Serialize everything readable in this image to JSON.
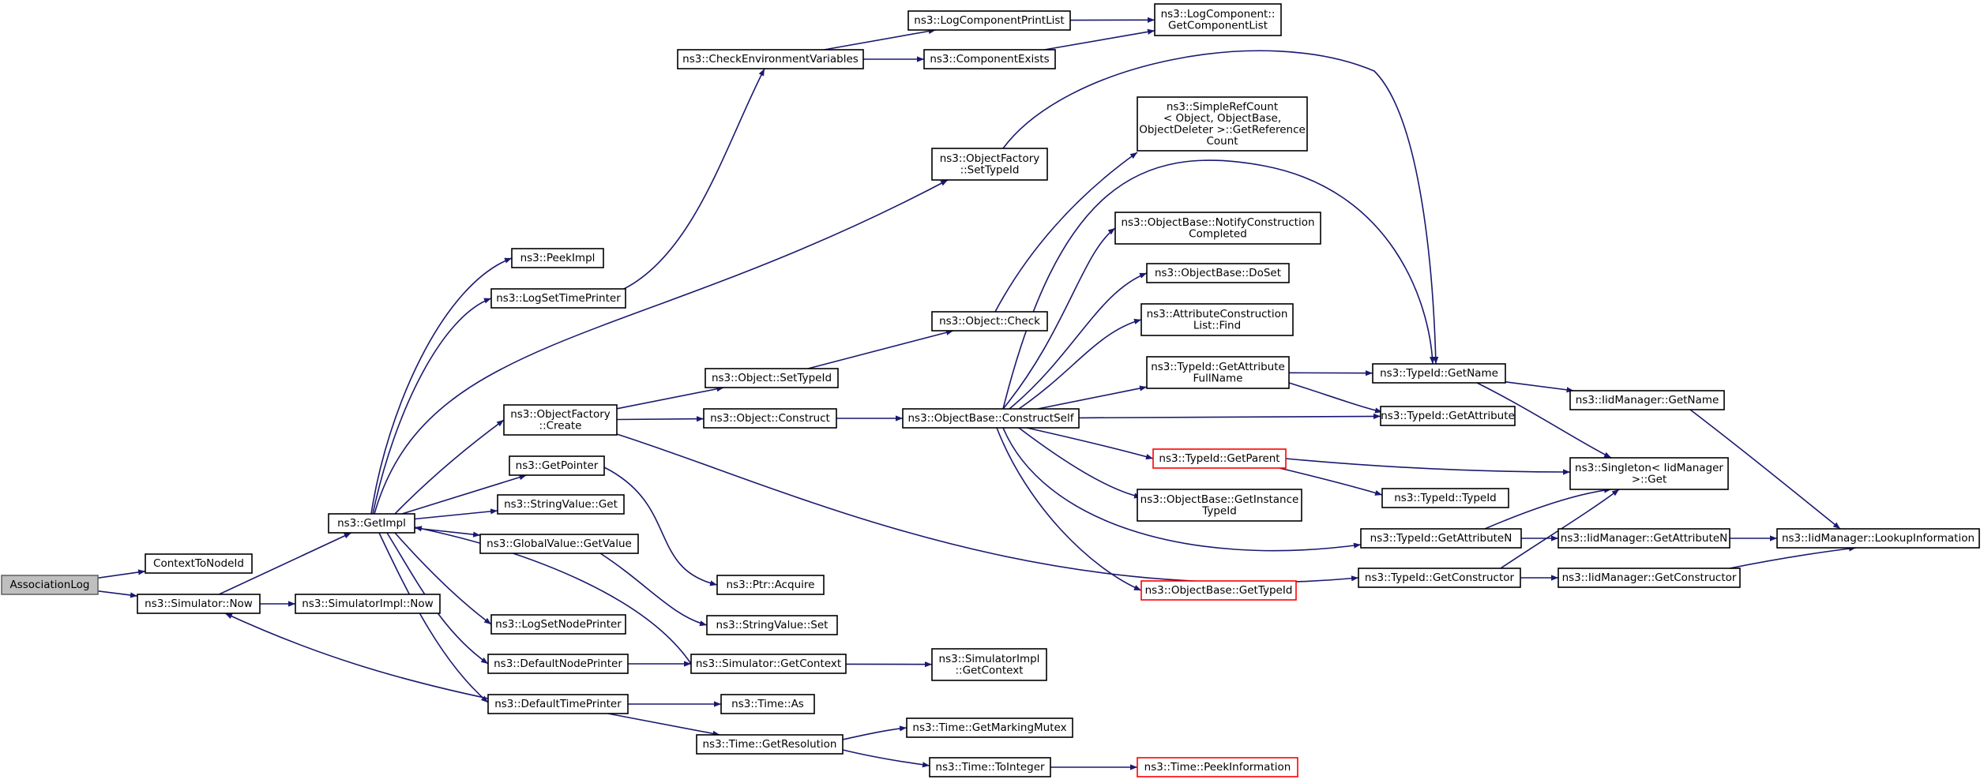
{
  "diagram": {
    "title": "",
    "nodes": [
      {
        "id": "AssociationLog",
        "lines": [
          "AssociationLog"
        ],
        "style": "root"
      },
      {
        "id": "ContextToNodeId",
        "lines": [
          "ContextToNodeId"
        ]
      },
      {
        "id": "SimulatorNow",
        "lines": [
          "ns3::Simulator::Now"
        ]
      },
      {
        "id": "GetImpl",
        "lines": [
          "ns3::GetImpl"
        ]
      },
      {
        "id": "SimulatorImplNow",
        "lines": [
          "ns3::SimulatorImpl::Now"
        ]
      },
      {
        "id": "PeekImpl",
        "lines": [
          "ns3::PeekImpl"
        ]
      },
      {
        "id": "LogSetTimePrinter",
        "lines": [
          "ns3::LogSetTimePrinter"
        ]
      },
      {
        "id": "ObjectFactoryCreate",
        "lines": [
          "ns3::ObjectFactory",
          "::Create"
        ]
      },
      {
        "id": "GetPointer",
        "lines": [
          "ns3::GetPointer"
        ]
      },
      {
        "id": "StringValueGet",
        "lines": [
          "ns3::StringValue::Get"
        ]
      },
      {
        "id": "GlobalValueGetValue",
        "lines": [
          "ns3::GlobalValue::GetValue"
        ]
      },
      {
        "id": "LogSetNodePrinter",
        "lines": [
          "ns3::LogSetNodePrinter"
        ]
      },
      {
        "id": "DefaultNodePrinter",
        "lines": [
          "ns3::DefaultNodePrinter"
        ]
      },
      {
        "id": "DefaultTimePrinter",
        "lines": [
          "ns3::DefaultTimePrinter"
        ]
      },
      {
        "id": "CheckEnvironmentVariables",
        "lines": [
          "ns3::CheckEnvironmentVariables"
        ]
      },
      {
        "id": "LogComponentPrintList",
        "lines": [
          "ns3::LogComponentPrintList"
        ]
      },
      {
        "id": "ComponentExists",
        "lines": [
          "ns3::ComponentExists"
        ]
      },
      {
        "id": "GetComponentList",
        "lines": [
          "ns3::LogComponent::",
          "GetComponentList"
        ]
      },
      {
        "id": "ObjectFactorySetTypeId",
        "lines": [
          "ns3::ObjectFactory",
          "::SetTypeId"
        ]
      },
      {
        "id": "ObjectSetTypeId",
        "lines": [
          "ns3::Object::SetTypeId"
        ]
      },
      {
        "id": "ObjectConstruct",
        "lines": [
          "ns3::Object::Construct"
        ]
      },
      {
        "id": "ObjectCheck",
        "lines": [
          "ns3::Object::Check"
        ]
      },
      {
        "id": "PtrAcquire",
        "lines": [
          "ns3::Ptr::Acquire"
        ]
      },
      {
        "id": "StringValueSet",
        "lines": [
          "ns3::StringValue::Set"
        ]
      },
      {
        "id": "SimulatorGetContext",
        "lines": [
          "ns3::Simulator::GetContext"
        ]
      },
      {
        "id": "SimulatorImplGetContext",
        "lines": [
          "ns3::SimulatorImpl",
          "::GetContext"
        ]
      },
      {
        "id": "TimeAs",
        "lines": [
          "ns3::Time::As"
        ]
      },
      {
        "id": "TimeGetResolution",
        "lines": [
          "ns3::Time::GetResolution"
        ]
      },
      {
        "id": "TimeGetMarkingMutex",
        "lines": [
          "ns3::Time::GetMarkingMutex"
        ]
      },
      {
        "id": "TimeToInteger",
        "lines": [
          "ns3::Time::ToInteger"
        ]
      },
      {
        "id": "TimePeekInformation",
        "lines": [
          "ns3::Time::PeekInformation"
        ],
        "style": "trunc"
      },
      {
        "id": "ConstructSelf",
        "lines": [
          "ns3::ObjectBase::ConstructSelf"
        ]
      },
      {
        "id": "GetReferenceCount",
        "lines": [
          "ns3::SimpleRefCount",
          "< Object, ObjectBase,",
          "ObjectDeleter >::GetReference",
          "Count"
        ]
      },
      {
        "id": "NotifyConstructionCompleted",
        "lines": [
          "ns3::ObjectBase::NotifyConstruction",
          "Completed"
        ]
      },
      {
        "id": "DoSet",
        "lines": [
          "ns3::ObjectBase::DoSet"
        ]
      },
      {
        "id": "AttrListFind",
        "lines": [
          "ns3::AttributeConstruction",
          "List::Find"
        ]
      },
      {
        "id": "GetAttributeFullName",
        "lines": [
          "ns3::TypeId::GetAttribute",
          "FullName"
        ]
      },
      {
        "id": "TypeIdGetParent",
        "lines": [
          "ns3::TypeId::GetParent"
        ],
        "style": "trunc"
      },
      {
        "id": "GetInstanceTypeId",
        "lines": [
          "ns3::ObjectBase::GetInstance",
          "TypeId"
        ]
      },
      {
        "id": "ObjectBaseGetTypeId",
        "lines": [
          "ns3::ObjectBase::GetTypeId"
        ],
        "style": "trunc"
      },
      {
        "id": "TypeIdGetName",
        "lines": [
          "ns3::TypeId::GetName"
        ]
      },
      {
        "id": "TypeIdGetAttribute",
        "lines": [
          "ns3::TypeId::GetAttribute"
        ]
      },
      {
        "id": "TypeIdTypeId",
        "lines": [
          "ns3::TypeId::TypeId"
        ]
      },
      {
        "id": "TypeIdGetAttributeN",
        "lines": [
          "ns3::TypeId::GetAttributeN"
        ]
      },
      {
        "id": "TypeIdGetConstructor",
        "lines": [
          "ns3::TypeId::GetConstructor"
        ]
      },
      {
        "id": "IidGetName",
        "lines": [
          "ns3::IidManager::GetName"
        ]
      },
      {
        "id": "SingletonGet",
        "lines": [
          "ns3::Singleton< IidManager",
          " >::Get"
        ]
      },
      {
        "id": "IidGetAttributeN",
        "lines": [
          "ns3::IidManager::GetAttributeN"
        ]
      },
      {
        "id": "IidGetConstructor",
        "lines": [
          "ns3::IidManager::GetConstructor"
        ]
      },
      {
        "id": "IidLookupInformation",
        "lines": [
          "ns3::IidManager::LookupInformation"
        ]
      }
    ],
    "edges": [
      [
        "AssociationLog",
        "ContextToNodeId"
      ],
      [
        "AssociationLog",
        "SimulatorNow"
      ],
      [
        "SimulatorNow",
        "GetImpl"
      ],
      [
        "SimulatorNow",
        "SimulatorImplNow"
      ],
      [
        "GetImpl",
        "PeekImpl"
      ],
      [
        "GetImpl",
        "LogSetTimePrinter"
      ],
      [
        "GetImpl",
        "ObjectFactorySetTypeId"
      ],
      [
        "GetImpl",
        "ObjectFactoryCreate"
      ],
      [
        "GetImpl",
        "GetPointer"
      ],
      [
        "GetImpl",
        "StringValueGet"
      ],
      [
        "GetImpl",
        "GlobalValueGetValue"
      ],
      [
        "GetImpl",
        "LogSetNodePrinter"
      ],
      [
        "GetImpl",
        "DefaultNodePrinter"
      ],
      [
        "GetImpl",
        "DefaultTimePrinter"
      ],
      [
        "SimulatorGetContext",
        "GetImpl"
      ],
      [
        "DefaultTimePrinter",
        "SimulatorNow"
      ],
      [
        "LogSetTimePrinter",
        "CheckEnvironmentVariables"
      ],
      [
        "CheckEnvironmentVariables",
        "LogComponentPrintList"
      ],
      [
        "CheckEnvironmentVariables",
        "ComponentExists"
      ],
      [
        "LogComponentPrintList",
        "GetComponentList"
      ],
      [
        "ComponentExists",
        "GetComponentList"
      ],
      [
        "ObjectFactorySetTypeId",
        "TypeIdGetName"
      ],
      [
        "ObjectFactoryCreate",
        "ObjectSetTypeId"
      ],
      [
        "ObjectFactoryCreate",
        "ObjectConstruct"
      ],
      [
        "ObjectFactoryCreate",
        "TypeIdGetConstructor"
      ],
      [
        "ObjectSetTypeId",
        "ObjectCheck"
      ],
      [
        "ObjectCheck",
        "GetReferenceCount"
      ],
      [
        "ObjectConstruct",
        "ConstructSelf"
      ],
      [
        "GetPointer",
        "PtrAcquire"
      ],
      [
        "GlobalValueGetValue",
        "StringValueSet"
      ],
      [
        "DefaultNodePrinter",
        "SimulatorGetContext"
      ],
      [
        "SimulatorGetContext",
        "SimulatorImplGetContext"
      ],
      [
        "DefaultTimePrinter",
        "TimeAs"
      ],
      [
        "DefaultTimePrinter",
        "TimeGetResolution"
      ],
      [
        "TimeGetResolution",
        "TimeGetMarkingMutex"
      ],
      [
        "TimeGetResolution",
        "TimeToInteger"
      ],
      [
        "TimeToInteger",
        "TimePeekInformation"
      ],
      [
        "ConstructSelf",
        "NotifyConstructionCompleted"
      ],
      [
        "ConstructSelf",
        "DoSet"
      ],
      [
        "ConstructSelf",
        "AttrListFind"
      ],
      [
        "ConstructSelf",
        "GetAttributeFullName"
      ],
      [
        "ConstructSelf",
        "TypeIdGetName"
      ],
      [
        "ConstructSelf",
        "TypeIdGetAttribute"
      ],
      [
        "ConstructSelf",
        "TypeIdGetParent"
      ],
      [
        "ConstructSelf",
        "GetInstanceTypeId"
      ],
      [
        "ConstructSelf",
        "TypeIdGetAttributeN"
      ],
      [
        "ConstructSelf",
        "ObjectBaseGetTypeId"
      ],
      [
        "GetAttributeFullName",
        "TypeIdGetName"
      ],
      [
        "GetAttributeFullName",
        "TypeIdGetAttribute"
      ],
      [
        "TypeIdGetParent",
        "TypeIdTypeId"
      ],
      [
        "TypeIdGetParent",
        "SingletonGet"
      ],
      [
        "TypeIdGetName",
        "IidGetName"
      ],
      [
        "TypeIdGetName",
        "SingletonGet"
      ],
      [
        "TypeIdGetAttributeN",
        "SingletonGet"
      ],
      [
        "TypeIdGetAttributeN",
        "IidGetAttributeN"
      ],
      [
        "TypeIdGetConstructor",
        "SingletonGet"
      ],
      [
        "TypeIdGetConstructor",
        "IidGetConstructor"
      ],
      [
        "IidGetName",
        "IidLookupInformation"
      ],
      [
        "IidGetAttributeN",
        "IidLookupInformation"
      ],
      [
        "IidGetConstructor",
        "IidLookupInformation"
      ]
    ]
  }
}
